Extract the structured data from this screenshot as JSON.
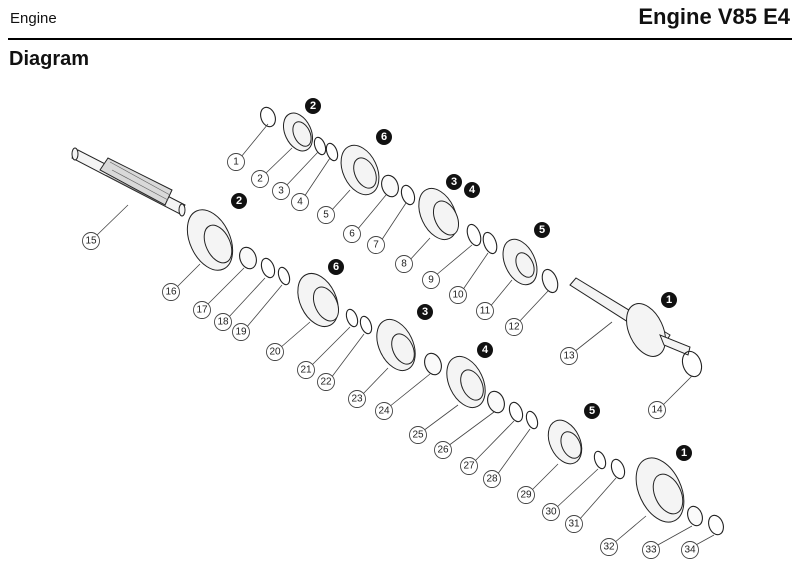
{
  "header": {
    "section": "Engine",
    "title": "Engine V85 E4"
  },
  "page": {
    "heading": "Diagram"
  },
  "callouts": [
    "1",
    "2",
    "3",
    "4",
    "5",
    "6",
    "7",
    "8",
    "9",
    "10",
    "11",
    "12",
    "13",
    "14",
    "15",
    "16",
    "17",
    "18",
    "19",
    "20",
    "21",
    "22",
    "23",
    "24",
    "25",
    "26",
    "27",
    "28",
    "29",
    "30",
    "31",
    "32",
    "33",
    "34"
  ],
  "badges": [
    "2",
    "6",
    "3",
    "4",
    "5",
    "2",
    "6",
    "1",
    "3",
    "4",
    "5",
    "1"
  ]
}
